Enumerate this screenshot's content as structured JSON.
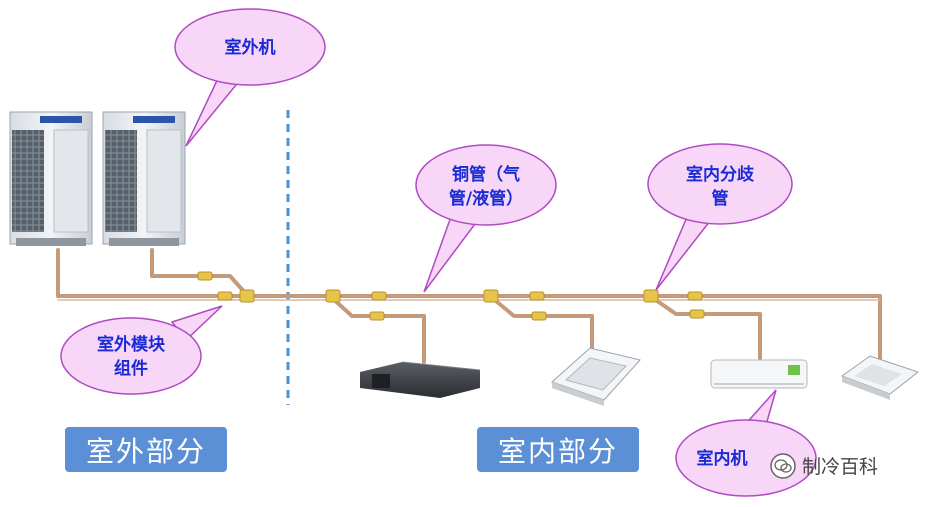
{
  "labels": {
    "outdoor_unit": "室外机",
    "copper_pipe_line1": "铜管（气",
    "copper_pipe_line2": "管/液管）",
    "indoor_branch_line1": "室内分歧",
    "indoor_branch_line2": "管",
    "outdoor_module_line1": "室外模块",
    "outdoor_module_line2": "组件",
    "indoor_unit": "室内机"
  },
  "sections": {
    "outdoor": "室外部分",
    "indoor": "室内部分"
  },
  "watermark": "制冷百科",
  "colors": {
    "bubble_fill": "#f7d6f7",
    "bubble_stroke": "#b04ac2",
    "bubble_text": "#1a2bd6",
    "section_box": "#5b8fd6",
    "pipe": "#c49a7a",
    "fitting": "#e6c34a",
    "divider": "#4a90d9"
  }
}
